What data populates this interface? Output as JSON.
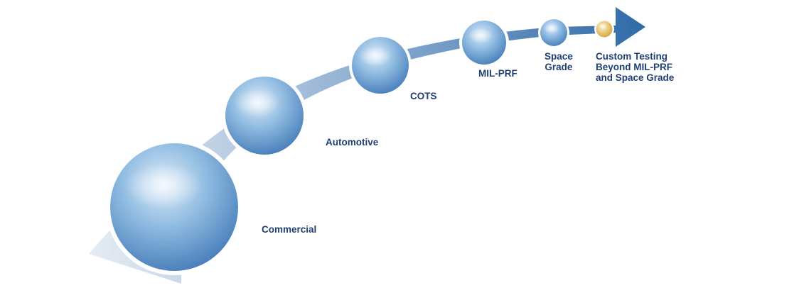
{
  "stages": [
    {
      "label": "Commercial"
    },
    {
      "label": "Automotive"
    },
    {
      "label": "COTS"
    },
    {
      "label": "MIL-PRF"
    },
    {
      "label": "Space\nGrade"
    },
    {
      "label": "Custom Testing\nBeyond MIL-PRF\nand Space Grade"
    }
  ],
  "colors": {
    "label": "#1f3f73",
    "band_light": "#e6ecf4",
    "band_dark": "#2f6aa8",
    "sphere_light": "#dcebf8",
    "sphere_dark": "#3f77b5",
    "gold_light": "#fff3c8",
    "gold_dark": "#d2a23c"
  }
}
